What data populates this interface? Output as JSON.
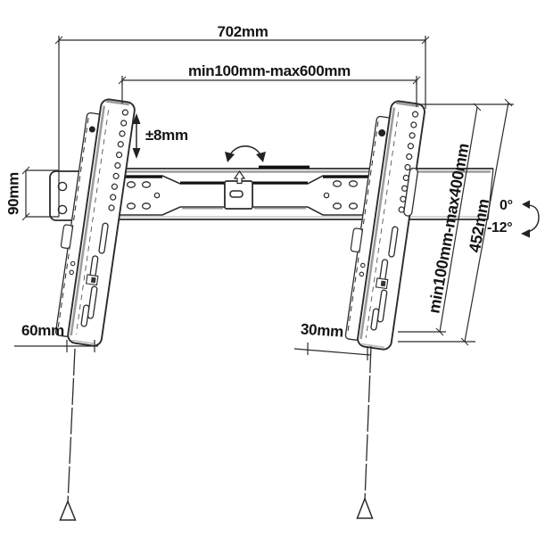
{
  "labels": {
    "width_overall": "702mm",
    "width_vesa": "min100mm-max600mm",
    "height_adjust": "±8mm",
    "rail_height": "90mm",
    "height_vesa": "min100mm-max400mm",
    "bracket_height": "452mm",
    "wall_gap_left": "60mm",
    "wall_gap_right": "30mm",
    "tilt_upper": "0°",
    "tilt_lower": "-12°"
  },
  "icons": {
    "center_tilt": "curved-tilt-arrow",
    "height_adjust": "double-vertical-arrow",
    "slide_indicator": "up-arrow",
    "tilt_range": "curved-range-arrow"
  },
  "colors": {
    "line": "#2b2b2b",
    "shade": "#9c9c9c",
    "text": "#141414",
    "background": "#ffffff"
  }
}
